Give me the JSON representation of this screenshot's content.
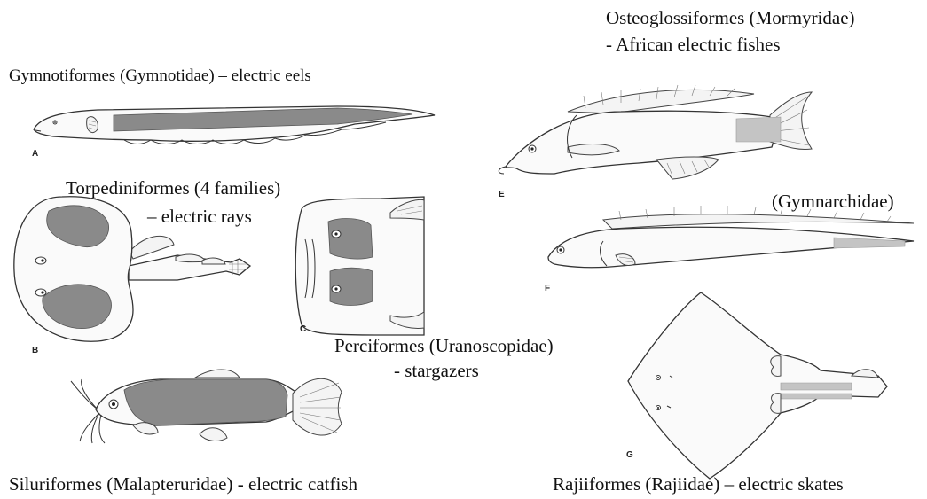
{
  "captions": {
    "gymnotiformes": "Gymnotiformes (Gymnotidae) – electric eels",
    "osteo_line1": "Osteoglossiformes (Mormyridae)",
    "osteo_line2": "- African electric fishes",
    "torpedo_line1": "Torpediniformes (4 families)",
    "torpedo_line2": "– electric rays",
    "gymnarchidae": "(Gymnarchidae)",
    "perci_line1": "Perciformes (Uranoscopidae)",
    "perci_line2": "- stargazers",
    "siluri": "Siluriformes (Malapteruridae) - electric catfish",
    "rajii": "Rajiiformes (Rajiidae) – electric skates"
  },
  "panel_letters": {
    "a": "A",
    "b": "B",
    "c": "C",
    "e": "E",
    "f": "F",
    "g": "G"
  },
  "fish": [
    {
      "panel": "A",
      "name": "electric eel"
    },
    {
      "panel": "B",
      "name": "electric ray"
    },
    {
      "panel": "C",
      "name": "stargazer"
    },
    {
      "panel": "E",
      "name": "mormyrid"
    },
    {
      "panel": "F",
      "name": "gymnarchid"
    },
    {
      "panel": "G",
      "name": "electric skate"
    },
    {
      "panel": "",
      "name": "electric catfish"
    }
  ],
  "colors": {
    "electric_organ": "#8a8a8a",
    "electric_organ_light": "#c4c4c4",
    "outline": "#333333"
  }
}
